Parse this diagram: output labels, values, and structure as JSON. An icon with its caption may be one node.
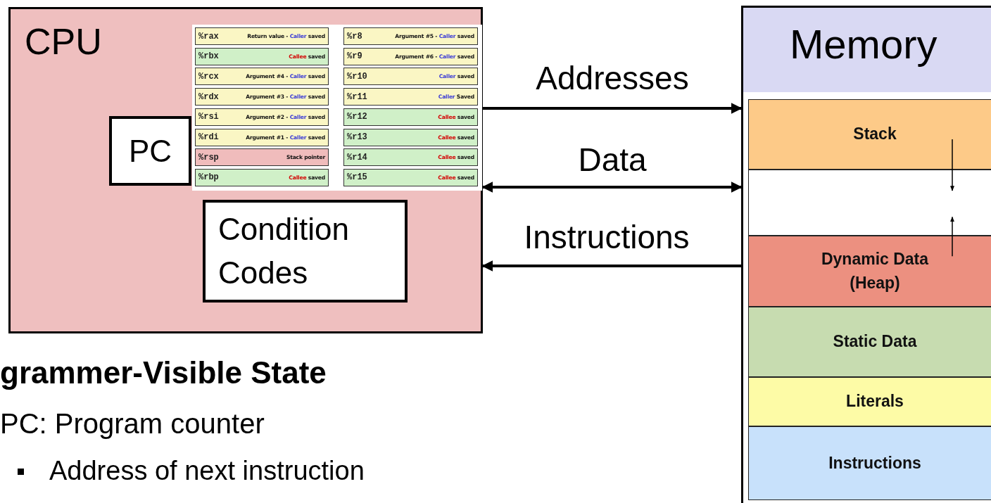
{
  "diagram": {
    "nodes": [
      {
        "text": [
          "CPU"
        ]
      },
      {
        "text": [
          "PC"
        ],
        "in": 0
      },
      {
        "text": [],
        "shape": "box",
        "in": 0
      },
      {
        "text": [
          "%rax",
          "Return value -",
          "Caller",
          "saved"
        ],
        "in": 2
      },
      {
        "text": [
          "%r8",
          "Argument #5 -",
          "Caller",
          "saved"
        ],
        "in": 2
      },
      {
        "text": [
          "%rbx",
          "Callee",
          "saved"
        ],
        "in": 2
      },
      {
        "text": [
          "%r9",
          "Argument #6 -",
          "Caller",
          "saved"
        ],
        "in": 2
      },
      {
        "text": [
          "%rcx",
          "Argument #4 -",
          "Caller",
          "saved"
        ],
        "in": 2
      },
      {
        "text": [
          "%r10",
          "Caller",
          "saved"
        ],
        "in": 2
      },
      {
        "text": [
          "%rdx",
          "Argument #3 -",
          "Caller",
          "saved"
        ],
        "in": 2
      },
      {
        "text": [
          "%r11",
          "Caller",
          "Saved"
        ],
        "in": 2
      },
      {
        "text": [
          "%rsi",
          "Argument #2 -",
          "Caller",
          "saved"
        ],
        "in": 2
      },
      {
        "text": [
          "%r12",
          "Callee",
          "saved"
        ],
        "in": 2
      },
      {
        "text": [
          "%rdi",
          "Argument #1 -",
          "Caller",
          "saved"
        ],
        "in": 2
      },
      {
        "text": [
          "%r13",
          "Callee",
          "saved"
        ],
        "in": 2
      },
      {
        "text": [
          "%rsp",
          "Stack pointer"
        ],
        "in": 2
      },
      {
        "text": [
          "%r14",
          "Callee",
          "saved"
        ],
        "in": 2
      },
      {
        "text": [
          "%rbp",
          "Callee",
          "saved"
        ],
        "in": 2
      },
      {
        "text": [
          "%r15",
          "Callee",
          "saved"
        ],
        "in": 2
      },
      {
        "text": [
          "Condition Codes"
        ],
        "in": 0
      },
      {
        "text": [
          "Memory"
        ]
      },
      {
        "text": [
          "Stack"
        ],
        "in": 20
      },
      {
        "text": [],
        "shape": "box",
        "in": 20
      },
      {
        "text": [
          "Dynamic Data (Heap)"
        ],
        "in": 20
      },
      {
        "text": [
          "Static Data"
        ],
        "in": 20
      },
      {
        "text": [
          "Literals"
        ],
        "in": 20
      },
      {
        "text": [
          "Instructions"
        ],
        "in": 20
      }
    ],
    "edges": [
      {
        "from": 0,
        "to": 20,
        "arrow": "to",
        "label": "Addresses"
      },
      {
        "from": 0,
        "to": 20,
        "arrow": "both",
        "label": "Data"
      },
      {
        "from": 20,
        "to": 0,
        "arrow": "to",
        "label": "Instructions"
      },
      {
        "from": 21,
        "to": 22,
        "arrow": "to"
      },
      {
        "from": 23,
        "to": 22,
        "arrow": "to"
      }
    ],
    "labels": [
      "grammer-Visible State",
      "PC: Program counter",
      "Address of next instruction"
    ]
  }
}
